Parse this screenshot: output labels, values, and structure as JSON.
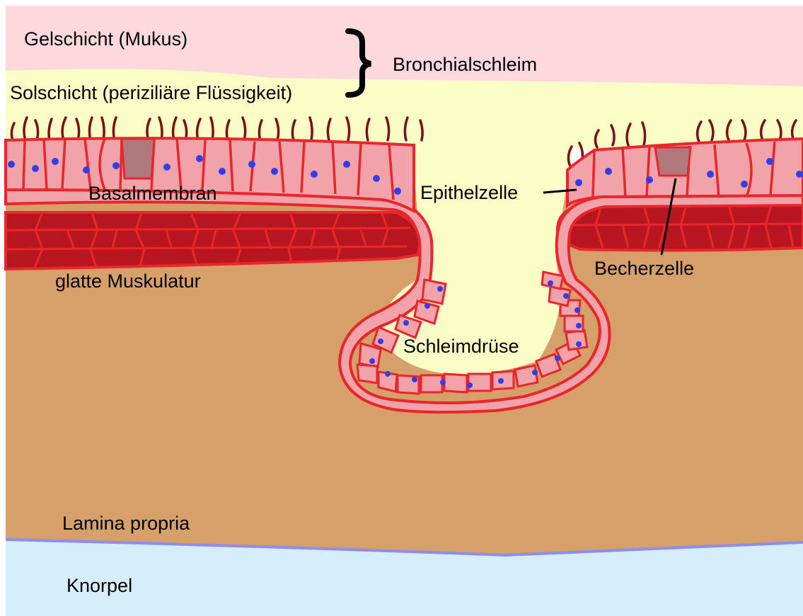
{
  "colors": {
    "gel_layer": "#fdd8dc",
    "sol_layer": "#fbfdc7",
    "lamina_propria": "#d6a06a",
    "cartilage": "#d6eefc",
    "cartilage_border": "#8b8ef0",
    "cell_fill": "#f2a3a9",
    "cell_border": "#e8262c",
    "muscle": "#b7161f",
    "nucleus": "#2f3ff0",
    "goblet_cell": "#b07a7c",
    "cilia": "#7a1212"
  },
  "labels": {
    "gelschicht": "Gelschicht (Mukus)",
    "solschicht": "Solschicht (periziliäre Flüssigkeit)",
    "bronchialschleim": "Bronchialschleim",
    "basalmembran": "Basalmembran",
    "epithelzelle": "Epithelzelle",
    "becherzelle": "Becherzelle",
    "glatte_muskulatur": "glatte Muskulatur",
    "schleimdruese": "Schleimdrüse",
    "lamina_propria": "Lamina propria",
    "knorpel": "Knorpel"
  }
}
